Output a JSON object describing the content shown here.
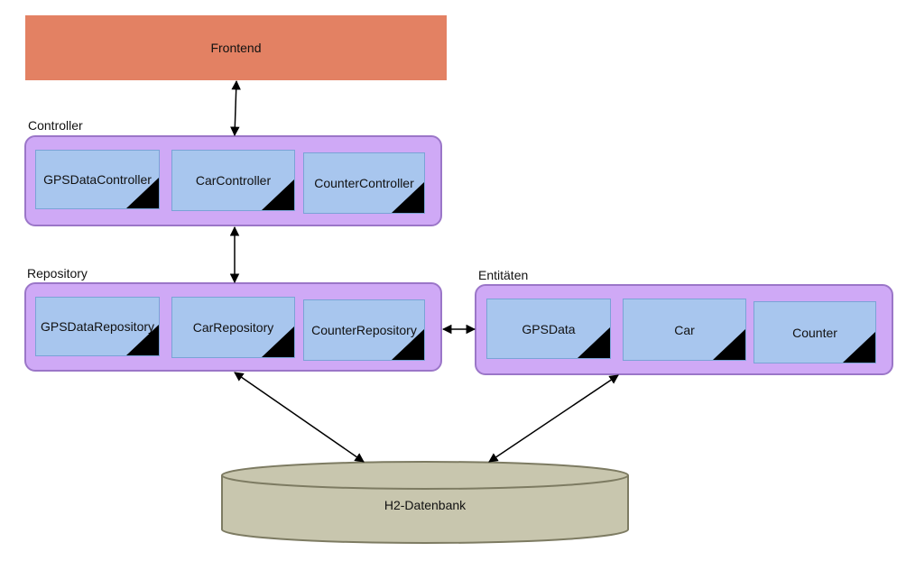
{
  "frontend": {
    "label": "Frontend"
  },
  "controller": {
    "label": "Controller",
    "items": [
      "GPSDataController",
      "CarController",
      "CounterController"
    ]
  },
  "repository": {
    "label": "Repository",
    "items": [
      "GPSDataRepository",
      "CarRepository",
      "CounterRepository"
    ]
  },
  "entities": {
    "label": "Entitäten",
    "items": [
      "GPSData",
      "Car",
      "Counter"
    ]
  },
  "database": {
    "label": "H2-Datenbank"
  },
  "colors": {
    "frontend": "#e38163",
    "group_fill": "#cfa9f6",
    "group_border": "#9b76c8",
    "component_fill": "#a8c6ee",
    "database_fill": "#c8c6ae"
  }
}
